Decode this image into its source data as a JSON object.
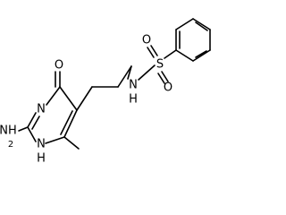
{
  "atoms": {
    "oxygen_carbonyl": "O",
    "n3": "N",
    "n1": "N",
    "h_n1": "H",
    "nh2_n": "NH",
    "nh2_sub": "2",
    "nh_sulfonamide": "N",
    "h_sulfonamide": "H",
    "sulfur": "S",
    "o_sulfonyl_top": "O",
    "o_sulfonyl_bottom": "O"
  }
}
